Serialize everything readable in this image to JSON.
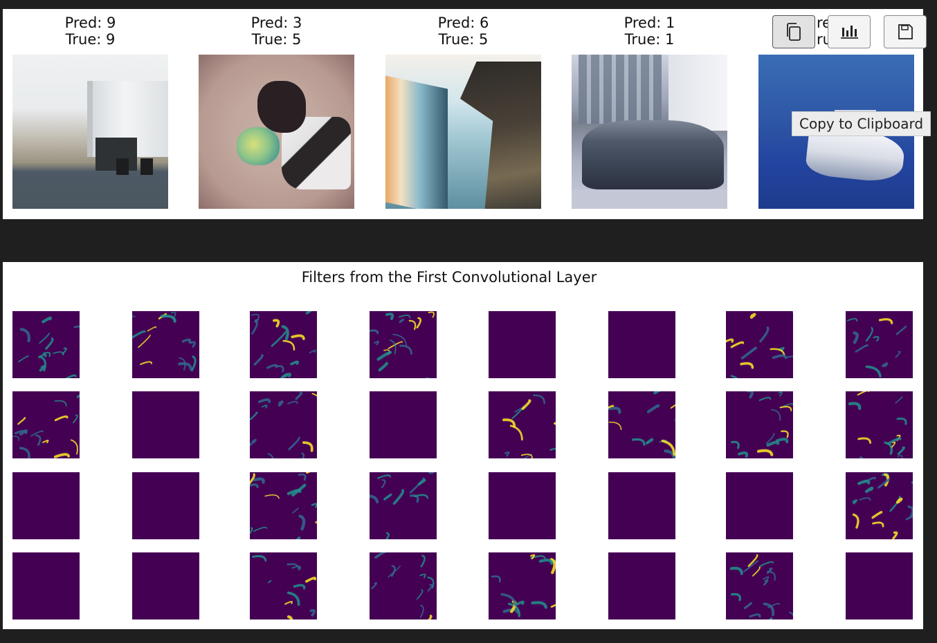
{
  "samples": [
    {
      "pred": "Pred: 9",
      "true": "True: 9"
    },
    {
      "pred": "Pred: 3",
      "true": "True: 5"
    },
    {
      "pred": "Pred: 6",
      "true": "True: 5"
    },
    {
      "pred": "Pred: 1",
      "true": "True: 1"
    }
  ],
  "partial_sample": {
    "pred_fragment": "re",
    "true_fragment": "ru"
  },
  "toolbar": {
    "copy_icon": "copy-icon",
    "chart_icon": "bar-chart-icon",
    "save_icon": "save-icon",
    "tooltip": "Copy to Clipboard"
  },
  "filters": {
    "title": "Filters from the First Convolutional Layer",
    "rows": 4,
    "cols": 8,
    "blank": [
      4,
      5,
      9,
      11,
      16,
      17,
      20,
      21,
      22,
      24,
      25,
      29,
      31
    ],
    "colors": {
      "base": "#440154",
      "mid": "#21918c",
      "high": "#fde725"
    }
  }
}
